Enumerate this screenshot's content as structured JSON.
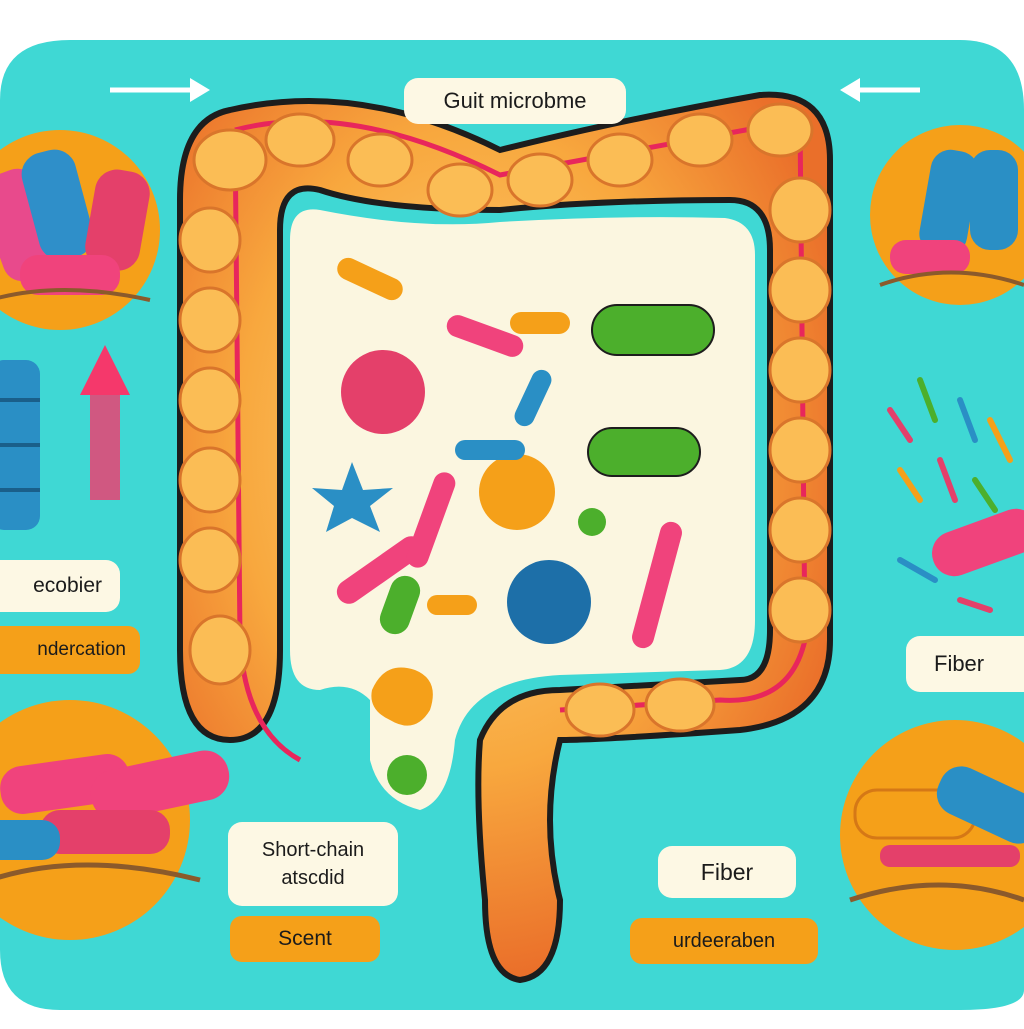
{
  "labels": {
    "title": "Guit microbme",
    "left_top": "ecobier",
    "left_bottom": "ndercation",
    "right_fiber": "Fiber",
    "short_chain_line1": "Short-chain",
    "short_chain_line2": "atscdid",
    "scent": "Scent",
    "fiber_bottom": "Fiber",
    "urdeeraben": "urdeeraben"
  },
  "colors": {
    "background": "#3fd8d4",
    "colon": "#f7a13a",
    "colon_shadow": "#e8602a",
    "mucosa_line": "#e8265c",
    "interior": "#fbf6e0",
    "label_cream": "#fdf8e4",
    "label_orange": "#f5a019",
    "food_circle": "#f5a019",
    "arrow_pink": "#f5386b"
  },
  "icons": [
    "cylinder-food-icon",
    "up-arrow-icon",
    "right-arrow-icon",
    "left-arrow-icon",
    "bacteria-icon"
  ]
}
